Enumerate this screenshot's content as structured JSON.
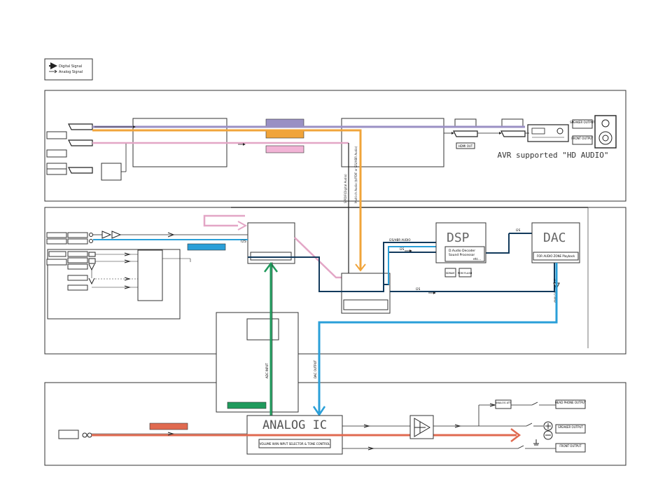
{
  "legend": {
    "digital": "Digital Signal",
    "analog": "Analog Signal"
  },
  "avr": {
    "caption": "AVR supported \"HD AUDIO\"",
    "speaker_output": "SPEAKER OUTPUT",
    "front_output": "FRONT OUTPUT",
    "hdmi_out_label": "HDMI OUT"
  },
  "dsp": {
    "title": "DSP",
    "line1": "D.Audio Decoder",
    "line2": "Sound Processor",
    "line3": "etc...",
    "sdram": "SDRAM",
    "flash": "ROM FLASH",
    "i2s_label": "I2S/HBR AUDIO",
    "i2s_out_label": "I2S"
  },
  "dac": {
    "title": "DAC",
    "subtitle": "FOR AUDIO ZONE Playback",
    "i2s_label": "I2S",
    "analog_output": "ANALOG OUTPUT"
  },
  "i2s_bus_label": "I2S",
  "vertical_labels": {
    "spdif": "S/PDIF(Digital Audio)",
    "multich": "Multi-ch Audio ($/PDIF or I2S/HBR Audio)",
    "adc": "ADC INPUT",
    "dac_out": "DAC OUTPUT"
  },
  "analog_ic": {
    "title": "ANALOG IC",
    "subtitle": "VOLUME W/IN INPUT SELECTOR & TONE CONTROL"
  },
  "outputs": {
    "headphone_att": "ANALOG ATT",
    "headphone": "HEAD PHONE OUTPUT",
    "speaker": "SPEAKER OUTPUT",
    "front": "FRONT OUTPUT"
  },
  "colors": {
    "purple": "#9a90c4",
    "orange": "#f0a43a",
    "pink": "#e3a6c6",
    "blue": "#2a9fd8",
    "green": "#1f9a5c",
    "red": "#e06a50",
    "navy": "#123a5c",
    "dark": "#333333"
  }
}
